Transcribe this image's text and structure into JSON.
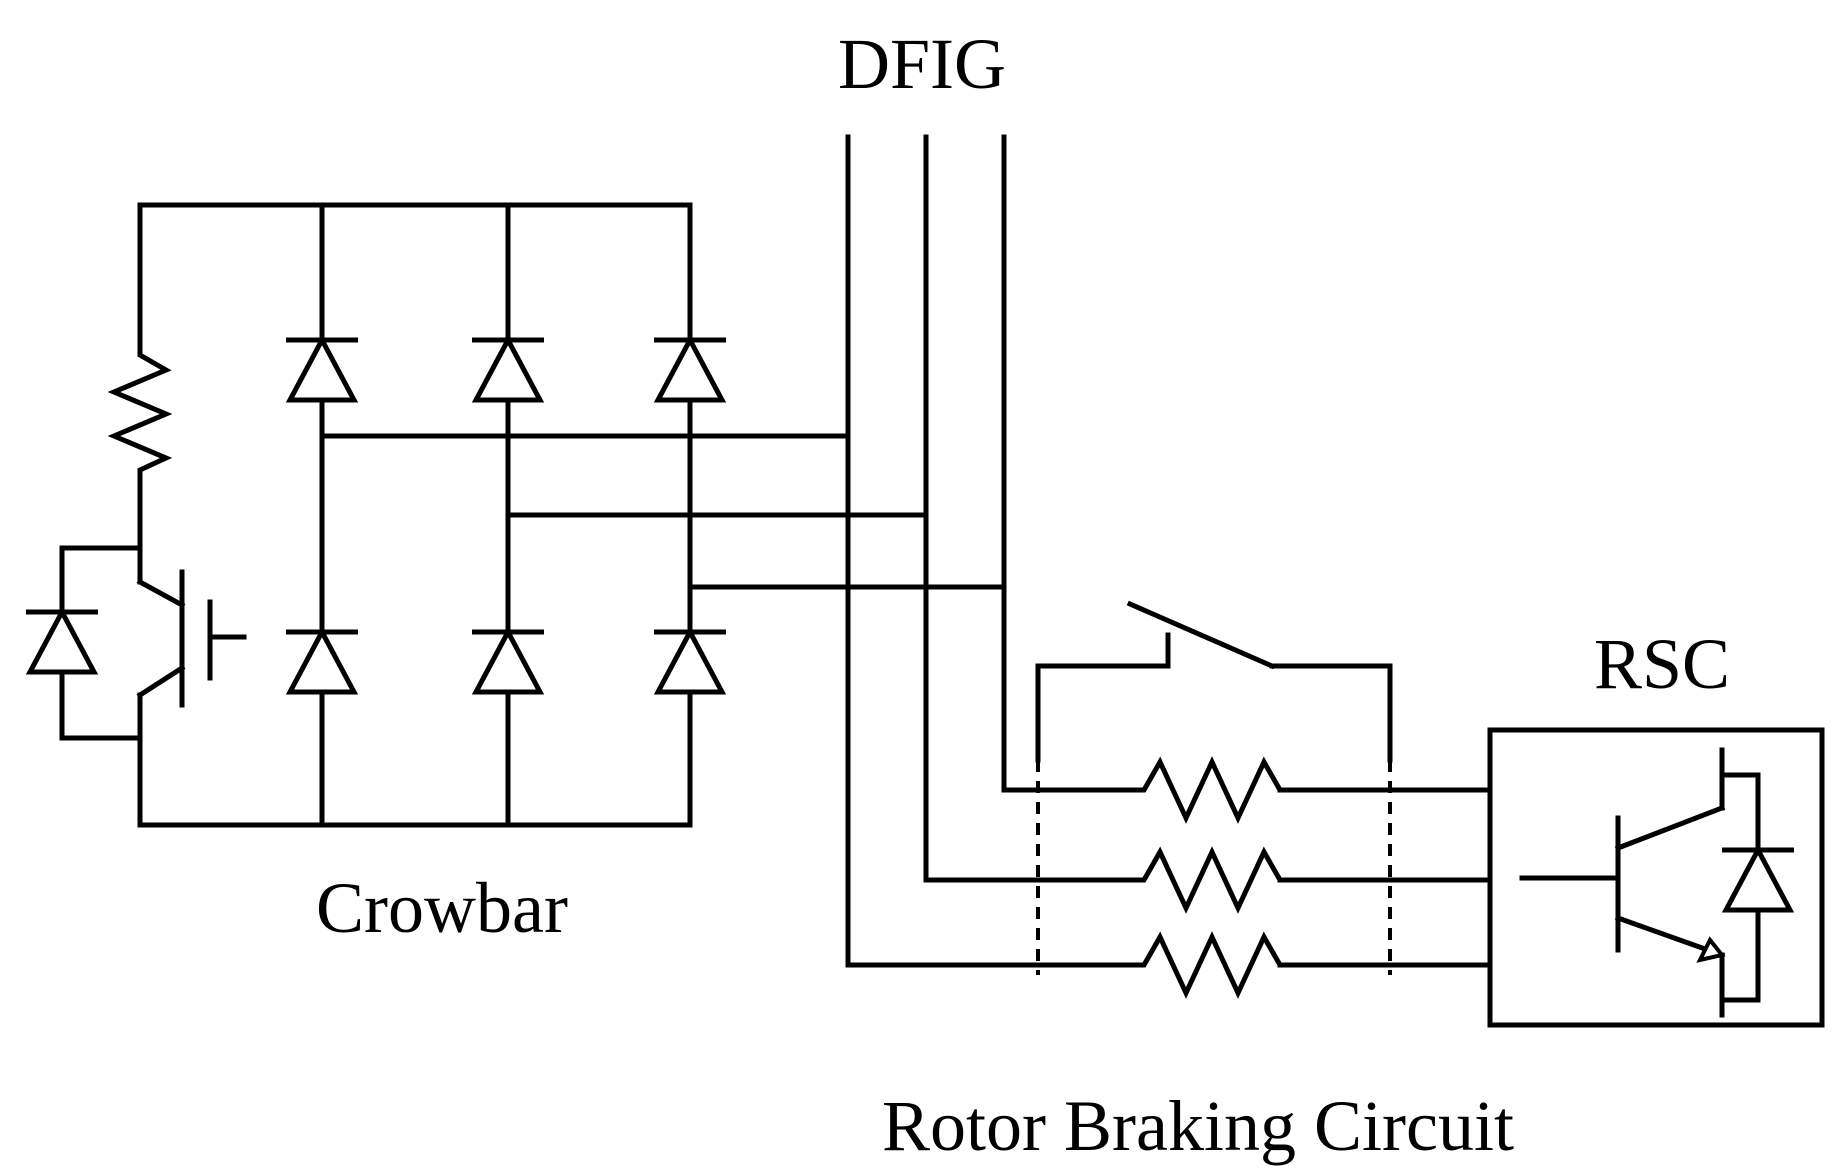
{
  "labels": {
    "dfig": "DFIG",
    "crowbar": "Crowbar",
    "rsc": "RSC",
    "rotor_braking_circuit": "Rotor Braking Circuit"
  }
}
